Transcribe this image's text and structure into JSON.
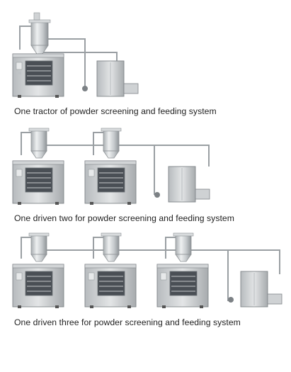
{
  "captions": {
    "one": "One tractor of powder screening and feeding system",
    "two": "One driven two for powder screening and feeding system",
    "three": "One driven three for powder screening and feeding system"
  },
  "colors": {
    "steel": "#c9ccce",
    "steel_dark": "#8e9396",
    "steel_light": "#eceeef",
    "pipe": "#9a9fa3",
    "window": "#4a4f55"
  }
}
